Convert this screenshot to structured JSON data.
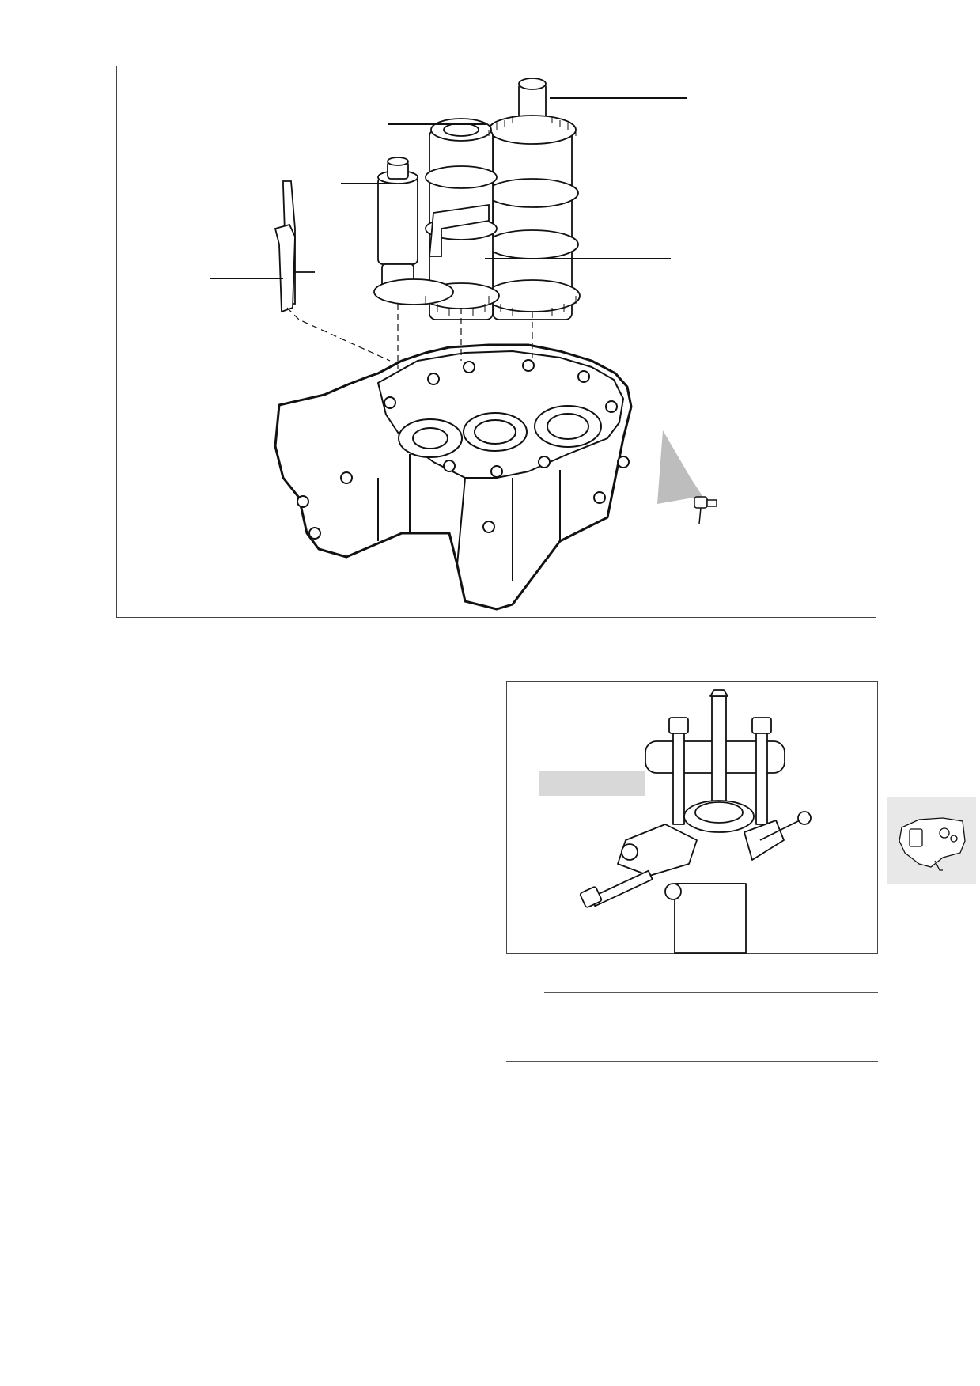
{
  "page": {
    "figures": [
      {
        "id": "gearbox-assembly",
        "callouts": 4
      },
      {
        "id": "bearing-puller",
        "callouts": 0
      }
    ],
    "side_tab": {
      "icon": "engine-thumbnail-icon"
    },
    "colors": {
      "line": "#111111",
      "frame": "#444444",
      "shade": "#bdbdbd",
      "tab": "#e8e8e8",
      "label_box": "#d8d8d8"
    }
  }
}
